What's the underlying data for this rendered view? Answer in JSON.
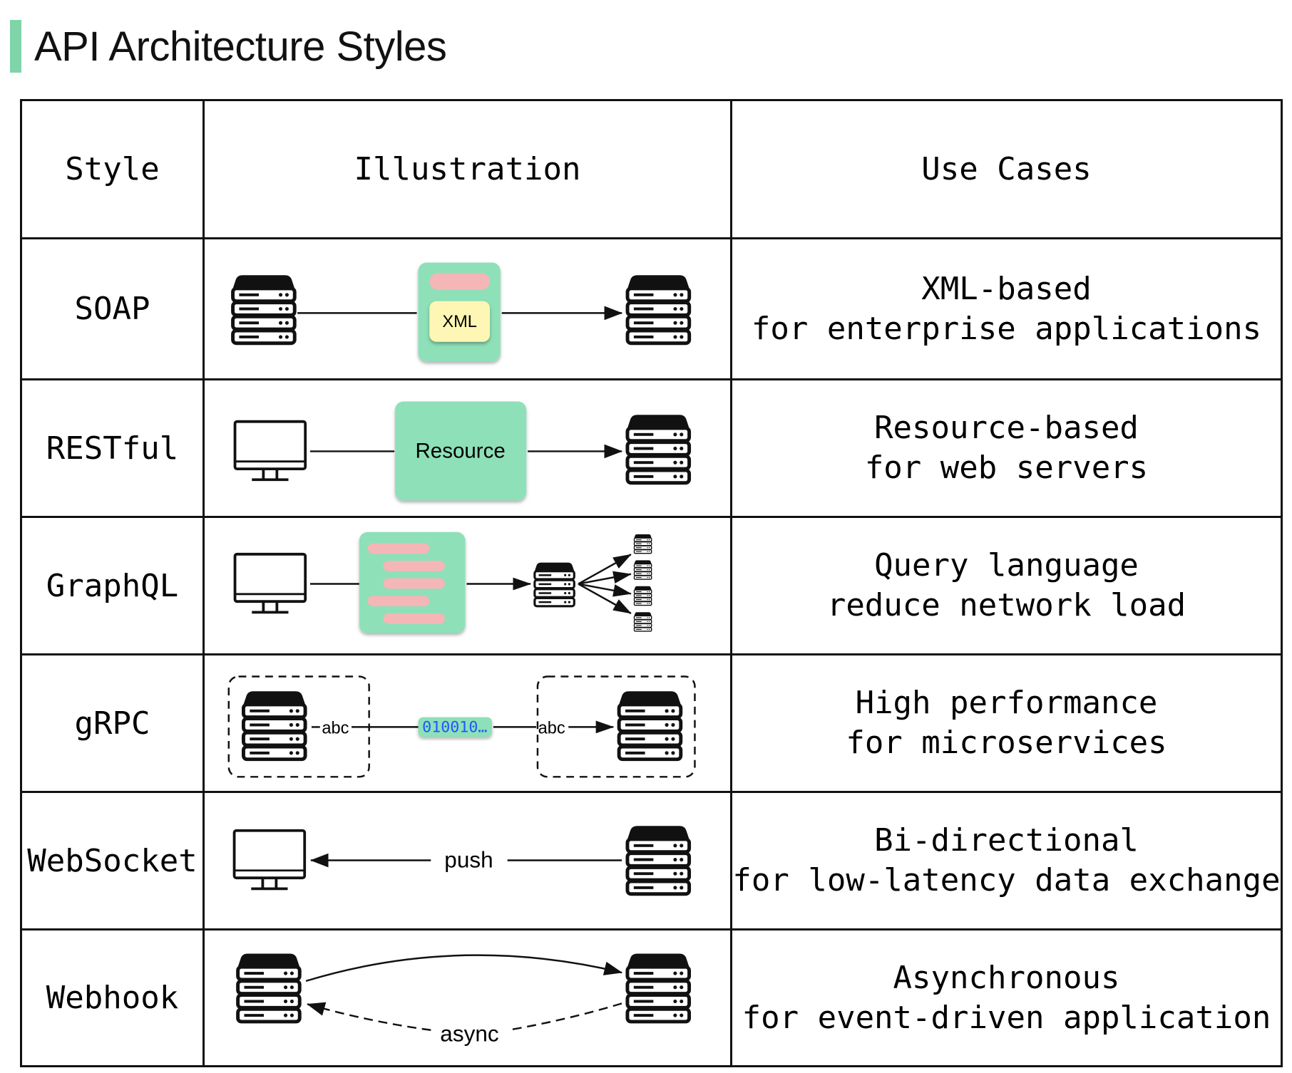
{
  "title": "API Architecture Styles",
  "accent_color": "#7fd4a8",
  "header": {
    "style": "Style",
    "illustration": "Illustration",
    "use_cases": "Use Cases"
  },
  "rows": [
    {
      "style": "SOAP",
      "illustration": {
        "payload_label": "XML",
        "left_icon": "server-icon",
        "right_icon": "server-icon"
      },
      "use_case": [
        "XML-based",
        "for enterprise applications"
      ]
    },
    {
      "style": "RESTful",
      "illustration": {
        "payload_label": "Resource",
        "left_icon": "monitor-icon",
        "right_icon": "server-icon"
      },
      "use_case": [
        "Resource-based",
        "for web servers"
      ]
    },
    {
      "style": "GraphQL",
      "illustration": {
        "left_icon": "monitor-icon",
        "right_icon": "server-icon"
      },
      "use_case": [
        "Query language",
        "reduce network load"
      ]
    },
    {
      "style": "gRPC",
      "illustration": {
        "left_label": "abc",
        "binary_label": "010010…",
        "right_label": "abc",
        "left_icon": "server-icon",
        "right_icon": "server-icon"
      },
      "use_case": [
        "High performance",
        "for microservices"
      ]
    },
    {
      "style": "WebSocket",
      "illustration": {
        "arrow_label": "push",
        "left_icon": "monitor-icon",
        "right_icon": "server-icon"
      },
      "use_case": [
        "Bi-directional",
        "for low-latency data exchange"
      ]
    },
    {
      "style": "Webhook",
      "illustration": {
        "arrow_label": "async",
        "left_icon": "server-icon",
        "right_icon": "server-icon"
      },
      "use_case": [
        "Asynchronous",
        "for event-driven application"
      ]
    }
  ]
}
